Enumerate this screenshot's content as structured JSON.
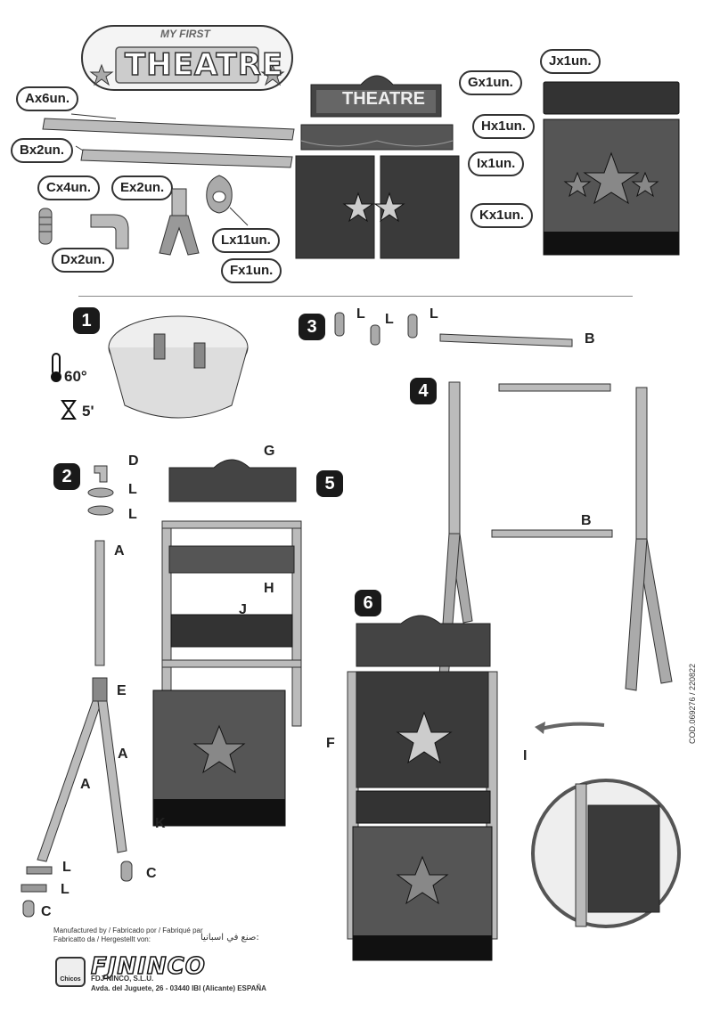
{
  "logo": {
    "small_text": "MY FIRST",
    "big_text": "THEATRE"
  },
  "parts": {
    "A": "Ax6un.",
    "B": "Bx2un.",
    "C": "Cx4un.",
    "D": "Dx2un.",
    "E": "Ex2un.",
    "F": "Fx1un.",
    "G": "Gx1un.",
    "H": "Hx1un.",
    "I": "Ix1un.",
    "J": "Jx1un.",
    "K": "Kx1un.",
    "L": "Lx11un."
  },
  "steps": [
    "1",
    "2",
    "3",
    "4",
    "5",
    "6"
  ],
  "step1": {
    "temperature": "60°",
    "time": "5'"
  },
  "letters": {
    "A": "A",
    "B": "B",
    "C": "C",
    "D": "D",
    "E": "E",
    "F": "F",
    "G": "G",
    "H": "H",
    "I": "I",
    "J": "J",
    "K": "K",
    "L": "L"
  },
  "doc_code": "COD.069276 / 220822",
  "footer": {
    "manufactured": "Manufactured by / Fabricado por / Fabriqué par",
    "manufactured2": "Fabricatto da / Hergestellt von:",
    "arabic": "صنع في اسبانيا:",
    "brand": "FJNINCO",
    "chicos": "Chicos",
    "company": "FDJ NINCO, S.L.U.",
    "address": "Avda. del Juguete, 26 - 03440 IBI (Alicante) ESPAÑA"
  }
}
